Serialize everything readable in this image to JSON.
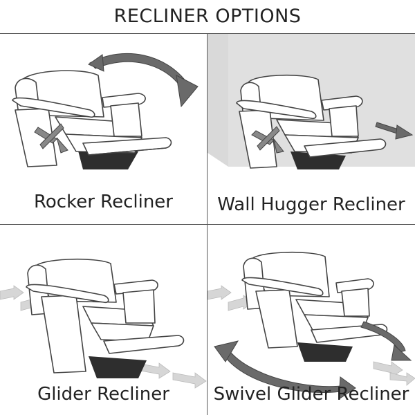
{
  "title": "RECLINER OPTIONS",
  "panels": [
    {
      "label": "Rocker Recliner",
      "icon": "rocker-recliner-illustration"
    },
    {
      "label": "Wall Hugger Recliner",
      "icon": "wall-hugger-recliner-illustration"
    },
    {
      "label": "Glider Recliner",
      "icon": "glider-recliner-illustration"
    },
    {
      "label": "Swivel Glider Recliner",
      "icon": "swivel-glider-recliner-illustration"
    }
  ],
  "colors": {
    "line": "#555555",
    "arrow": "#666666",
    "shadow": "#333333",
    "wall": "#d9d9d9",
    "glide_arrow": "#d6d6d6"
  }
}
